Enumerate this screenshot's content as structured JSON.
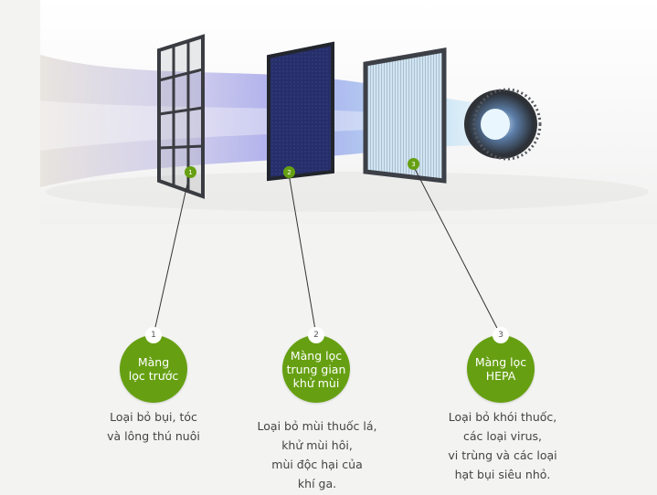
{
  "colors": {
    "accent": "#66a012",
    "text": "#444444",
    "background": "#f4f4f2"
  },
  "filters": [
    {
      "number": "1",
      "title": "Màng\nlọc trước",
      "description": "Loại bỏ bụi, tóc\nvà lông thú nuôi"
    },
    {
      "number": "2",
      "title": "Màng lọc\ntrung gian\nkhử mùi",
      "description": "Loại bỏ mùi thuốc lá,\nkhử mùi hôi,\nmùi độc hại của\nkhí ga."
    },
    {
      "number": "3",
      "title": "Màng lọc\nHEPA",
      "description": "Loại bỏ khói thuốc,\ncác loại virus,\nvi trùng và các loại\nhạt bụi siêu nhỏ."
    }
  ]
}
